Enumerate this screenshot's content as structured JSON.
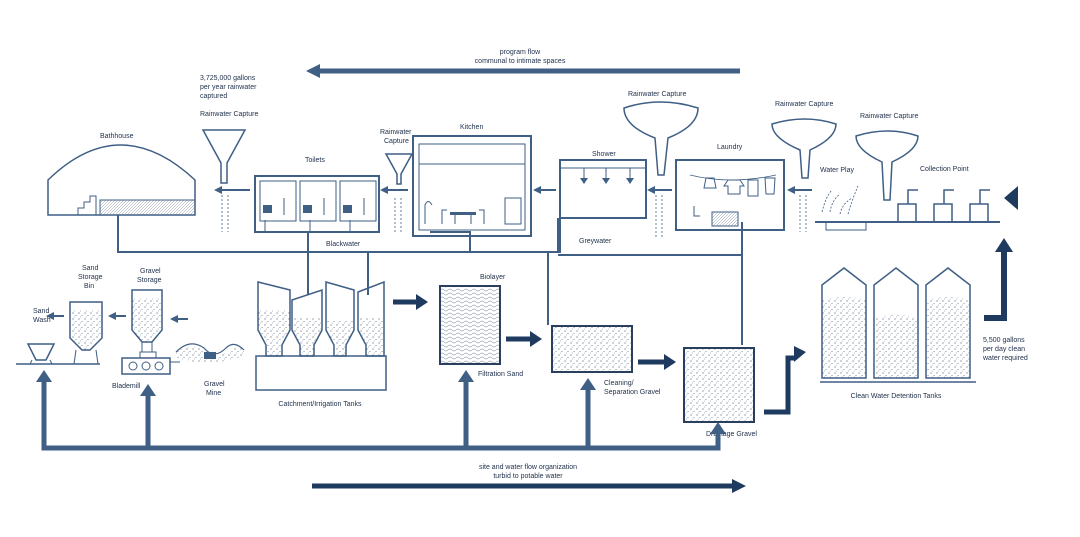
{
  "colors": {
    "main_line": "#3f5f85",
    "dark_arrow": "#1f3a5f",
    "stroke": "#2a3f5f",
    "fill_stipple": "#9aa7b8"
  },
  "top_flow": {
    "line1": "program flow",
    "line2": "communal to intimate spaces"
  },
  "bottom_flow": {
    "line1": "site and water flow organization",
    "line2": "turbid to potable water"
  },
  "rain_stat": {
    "line1": "3,725,000 gallons",
    "line2": "per year rainwater",
    "line3": "captured"
  },
  "labels": {
    "rainwater_capture": "Rainwater Capture",
    "rainwater": "Rainwater",
    "capture": "Capture",
    "bathhouse": "Bathhouse",
    "toilets": "Toilets",
    "kitchen": "Kitchen",
    "shower": "Shower",
    "laundry": "Laundry",
    "water_play": "Water Play",
    "collection_point": "Collection Point",
    "blackwater": "Blackwater",
    "greywater": "Greywater",
    "biolayer": "Biolayer",
    "filtration_sand": "Filtration Sand",
    "cleaning_l1": "Cleaning/",
    "cleaning_l2": "Separation Gravel",
    "drainage_gravel": "Drainage Gravel",
    "catchment": "Catchment/Irrigation Tanks",
    "clean_tanks": "Clean Water Detention Tanks",
    "clean_req_l1": "5,500 gallons",
    "clean_req_l2": "per day clean",
    "clean_req_l3": "water required",
    "sand_storage_l1": "Sand",
    "sand_storage_l2": "Storage",
    "sand_storage_l3": "Bin",
    "gravel_storage_l1": "Gravel",
    "gravel_storage_l2": "Storage",
    "sand_wash_l1": "Sand",
    "sand_wash_l2": "Wash",
    "blademill": "Blademill",
    "gravel_mine_l1": "Gravel",
    "gravel_mine_l2": "Mine"
  }
}
